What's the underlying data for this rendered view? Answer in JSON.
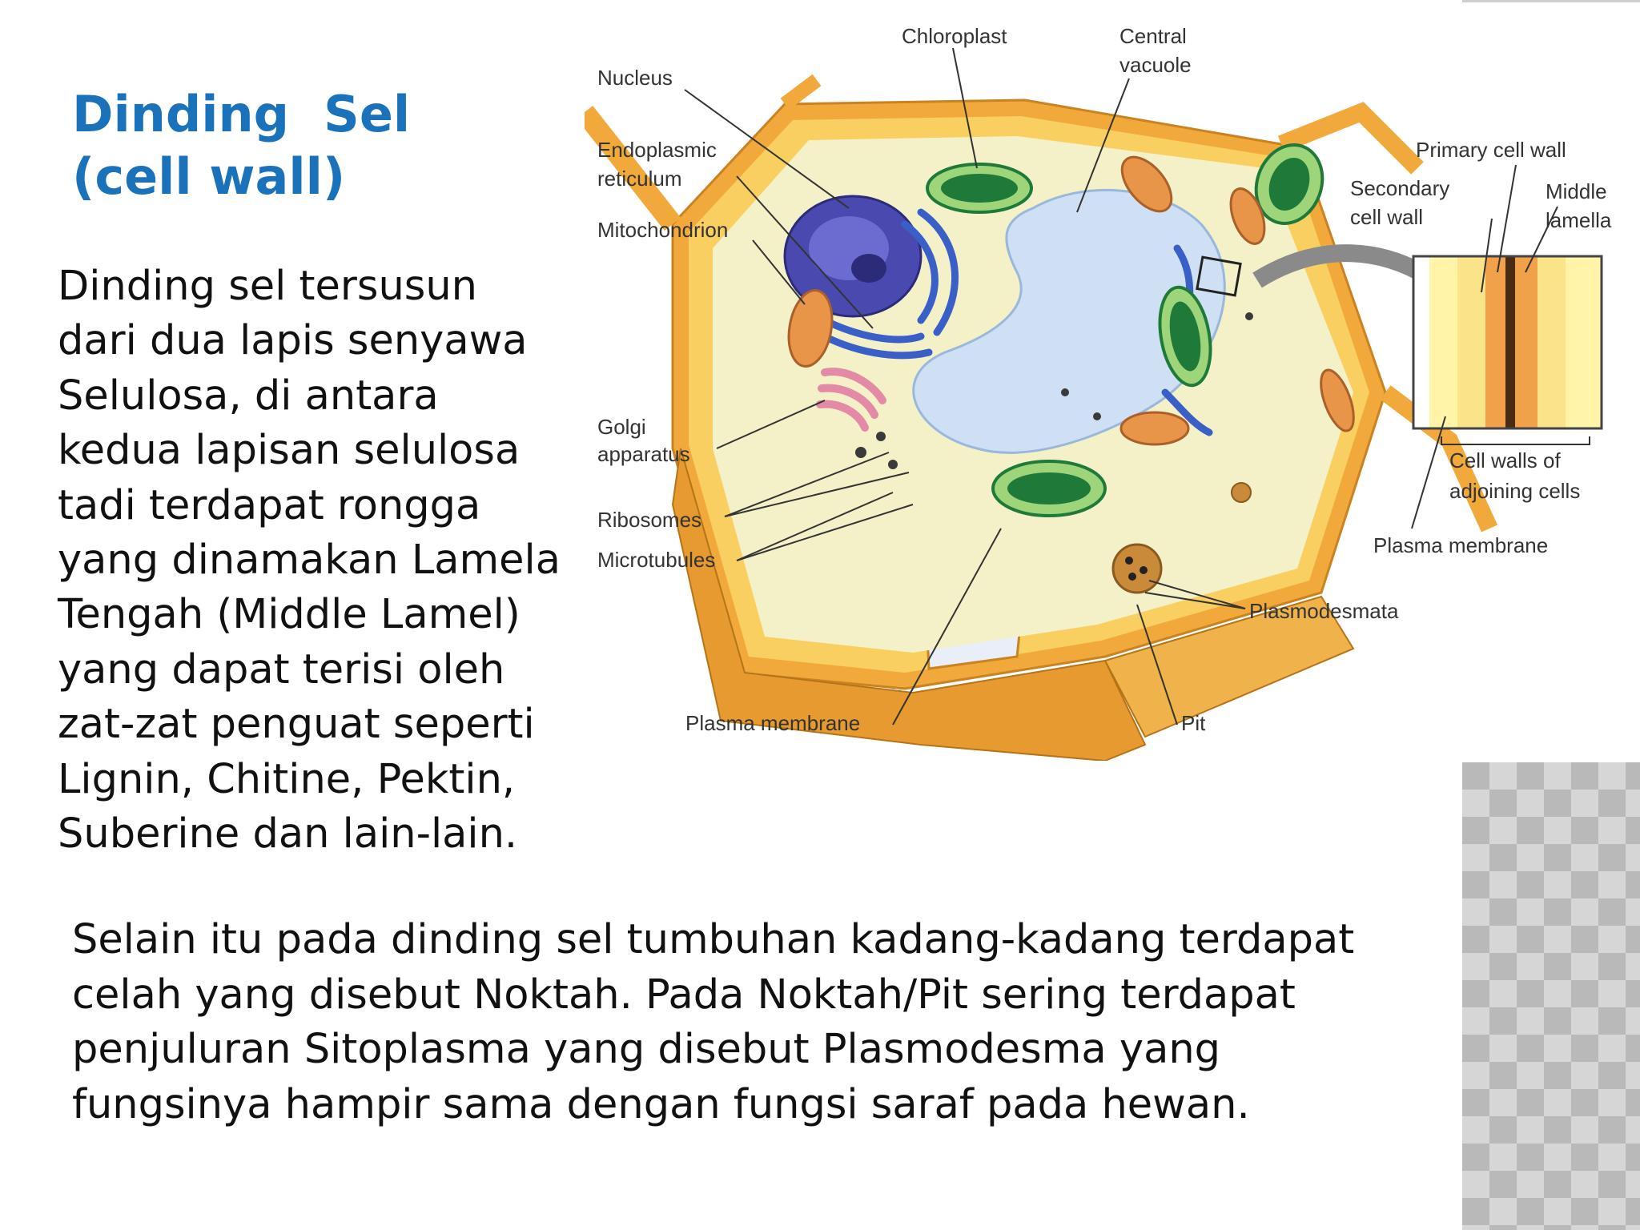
{
  "slide": {
    "title_line1": "Dinding  Sel",
    "title_line2": "(cell wall)",
    "paragraph1": "Dinding sel tersusun\ndari dua lapis senyawa\nSelulosa, di antara\nkedua lapisan selulosa\ntadi terdapat rongga\nyang dinamakan Lamela\nTengah (Middle Lamel)\nyang dapat terisi oleh\nzat-zat penguat seperti\nLignin, Chitine, Pektin,\nSuberine dan lain-lain.",
    "paragraph2": "Selain itu pada dinding sel tumbuhan kadang-kadang terdapat\ncelah yang disebut Noktah. Pada Noktah/Pit sering terdapat\npenjuluran Sitoplasma yang disebut Plasmodesma yang\nfungsinya hampir sama dengan fungsi saraf pada hewan."
  },
  "diagram": {
    "labels": {
      "chloroplast": "Chloroplast",
      "central_vacuole_1": "Central",
      "central_vacuole_2": "vacuole",
      "nucleus": "Nucleus",
      "er_1": "Endoplasmic",
      "er_2": "reticulum",
      "mitochondrion": "Mitochondrion",
      "golgi_1": "Golgi",
      "golgi_2": "apparatus",
      "ribosomes": "Ribosomes",
      "microtubules": "Microtubules",
      "plasma_membrane_bottom": "Plasma membrane",
      "pit": "Pit",
      "plasmodesmata": "Plasmodesmata",
      "primary_cell_wall": "Primary cell wall",
      "secondary_cell_wall_1": "Secondary",
      "secondary_cell_wall_2": "cell wall",
      "middle_lamella_1": "Middle",
      "middle_lamella_2": "lamella",
      "cell_walls_adjoining_1": "Cell walls of",
      "cell_walls_adjoining_2": "adjoining cells",
      "plasma_membrane_right": "Plasma membrane"
    }
  },
  "colors": {
    "title": "#1a72bb",
    "text": "#111111",
    "wall": "#f5b84a",
    "wall_light": "#fbe38a",
    "cytoplasm": "#f4f1c8",
    "vacuole": "#cfe0f4",
    "nucleus": "#4a49b0",
    "chloroplast": "#1f7a3a",
    "mitochondrion": "#e8954a",
    "golgi": "#e38aa6",
    "er": "#3a60c8"
  }
}
